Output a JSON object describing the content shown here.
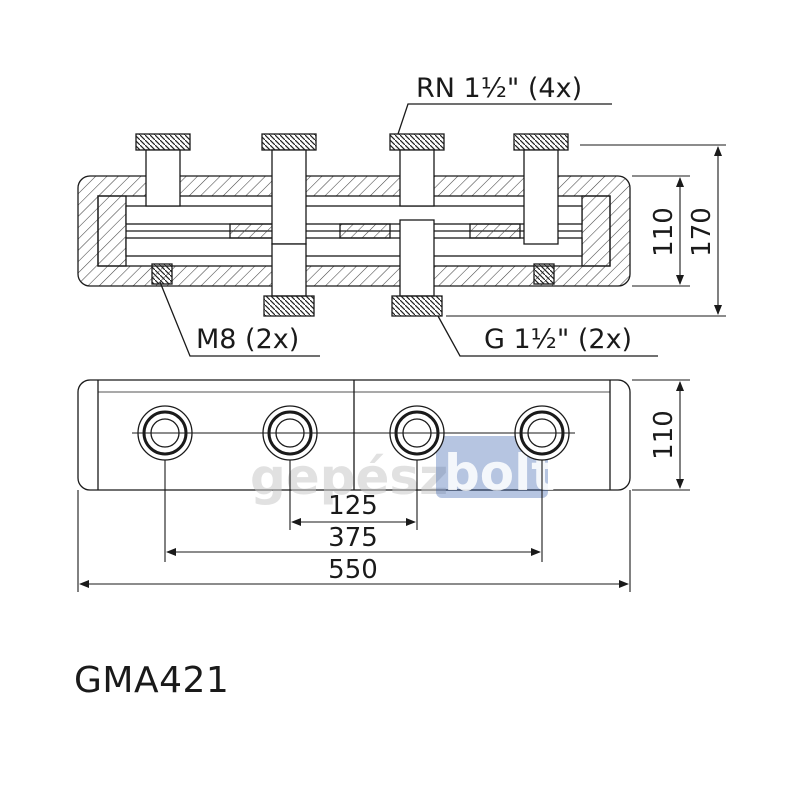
{
  "callouts": {
    "top_connection": "RN 1½\" (4x)",
    "mount_bolt": "M8 (2x)",
    "bottom_connection": "G 1½\" (2x)"
  },
  "dimensions": {
    "height_inner": "110",
    "height_total": "170",
    "depth": "110",
    "pitch": "125",
    "outer_span": "375",
    "length": "550"
  },
  "watermark": {
    "left_part": "gepész",
    "right_part": "bolt"
  },
  "model": "GMA421",
  "colors": {
    "line": "#1a1a1a",
    "hatch": "#444444",
    "watermark_grey": "#c8c8c8",
    "watermark_blue": "#2f5aa8"
  }
}
